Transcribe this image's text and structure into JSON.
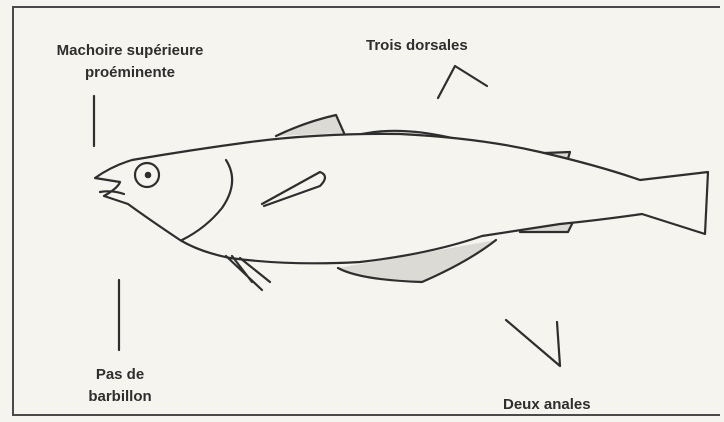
{
  "labels": {
    "upper_jaw": {
      "line1": "Machoire supérieure",
      "line2": "proéminente"
    },
    "dorsals": "Trois dorsales",
    "no_barbel": {
      "line1": "Pas de",
      "line2": "barbillon"
    },
    "anals": "Deux anales"
  },
  "colors": {
    "ink": "#2e2e2e",
    "fin_fill": "#dcdad4",
    "paper": "#f6f4ef"
  }
}
